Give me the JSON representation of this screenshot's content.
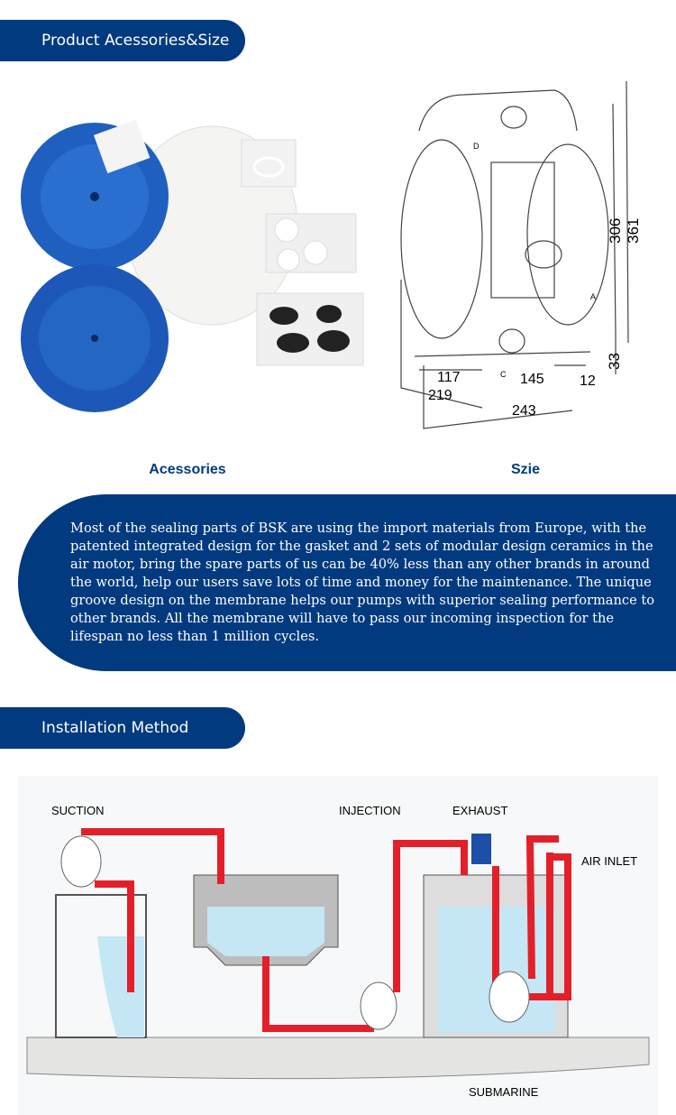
{
  "section1": {
    "title": "Product Acessories&Size"
  },
  "captions": {
    "accessories": "Acessories",
    "size": "Szie"
  },
  "dimensions": {
    "d306": "306",
    "d361": "361",
    "d33": "33",
    "d117": "117",
    "d219": "219",
    "d145": "145",
    "d12": "12",
    "d243": "243",
    "A": "A",
    "C": "C",
    "D": "D"
  },
  "description": "Most of the sealing parts of BSK are using the import materials from Europe, with the patented integrated design for the gasket and 2 sets of modular design ceramics in the air motor, bring the spare parts of us can be 40% less than any other brands in around the world, help our users save lots of time and money for the maintenance. The unique groove design on the membrane helps our pumps with superior sealing performance to other brands. All the membrane will have to pass our incoming inspection for the lifespan no less than 1 million cycles.",
  "section2": {
    "title": "Installation Method"
  },
  "installation": {
    "suction": "SUCTION",
    "injection": "INJECTION",
    "exhaust": "EXHAUST",
    "air_inlet": "AIR INLET",
    "submarine": "SUBMARINE"
  },
  "colors": {
    "brand": "#013a7f",
    "pipe": "#e3202a",
    "water": "#c4e6f5"
  }
}
